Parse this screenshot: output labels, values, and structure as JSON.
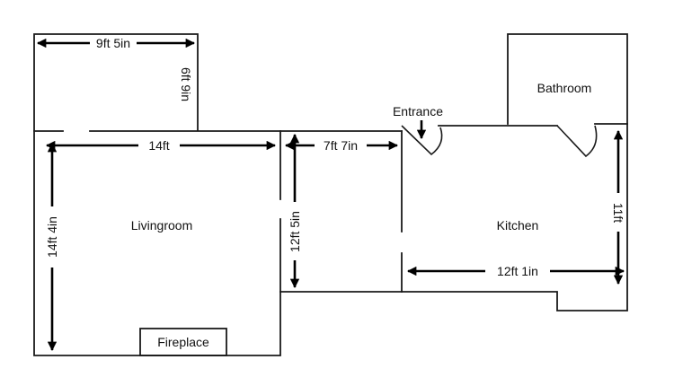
{
  "rooms": {
    "livingroom": "Livingroom",
    "kitchen": "Kitchen",
    "bathroom": "Bathroom",
    "fireplace": "Fireplace",
    "entrance": "Entrance"
  },
  "dimensions": {
    "closet_width": "9ft 5in",
    "closet_depth": "6ft 9in",
    "living_width": "14ft",
    "living_depth": "14ft 4in",
    "hall_width": "7ft 7in",
    "hall_depth": "12ft 5in",
    "kitchen_width": "12ft 1in",
    "kitchen_depth": "11ft"
  },
  "colors": {
    "wall": "#1a1a1a",
    "background": "#ffffff"
  }
}
